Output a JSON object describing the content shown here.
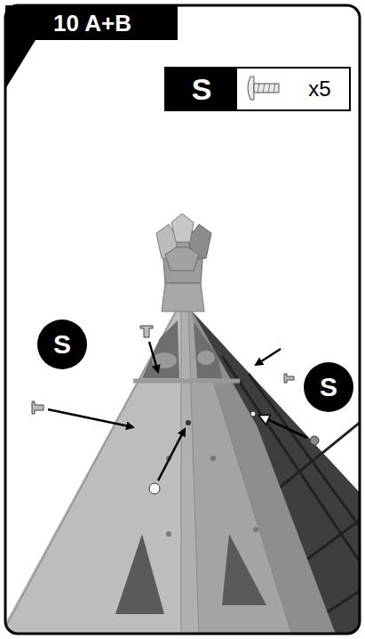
{
  "diagram": {
    "title": "10 A+B",
    "nodes": [
      {
        "text": [
          "S",
          "x5"
        ]
      },
      {
        "text": [
          "S"
        ]
      },
      {
        "text": [
          "S"
        ]
      }
    ]
  }
}
